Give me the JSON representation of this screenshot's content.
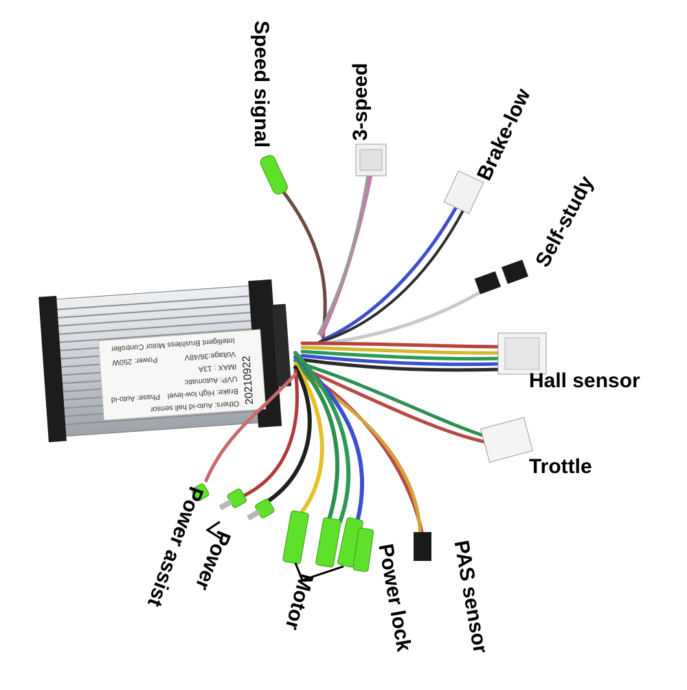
{
  "labels": {
    "speed_signal": "Speed signal",
    "three_speed": "3-speed",
    "brake_low": "Brake-low",
    "self_study": "Self-study",
    "hall_sensor": "Hall sensor",
    "trottle": "Trottle",
    "power_assist": "Power assist",
    "power": "Power",
    "motor": "Motor",
    "power_lock": "Power lock",
    "pas_sensor": "PAS sensor"
  },
  "controller": {
    "title": "Intelligent Brushless Motor Controller",
    "voltage": "Voltage:36/48V",
    "power": "Power: 250W",
    "imax": "IMAX : 13A",
    "uvp": "UVP: Automatic",
    "brake": "Brake: High low-level",
    "phase": "Phase: Auto-id",
    "others": "Others: Auto-id hall sensor",
    "date": "20210922"
  },
  "colors": {
    "housing": "#cfd3d8",
    "endcap": "#1c1c1c",
    "connector_green": "#5fe02a",
    "connector_white": "#f2f2f2",
    "connector_black": "#1a1a1a"
  }
}
